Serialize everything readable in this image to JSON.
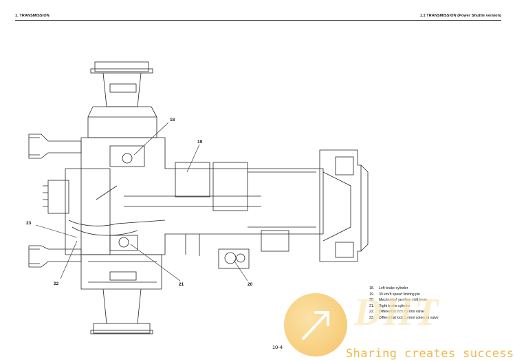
{
  "header": {
    "left": "1. TRANSMISSION",
    "right": "1.1 TRANSMISSION (Power Shuttle version)"
  },
  "callouts": [
    "18",
    "19",
    "20",
    "21",
    "22",
    "23"
  ],
  "legend": [
    {
      "num": "18.",
      "text": "Left brake cylinder"
    },
    {
      "num": "19.",
      "text": "30 km/h speed limiting pin"
    },
    {
      "num": "20.",
      "text": "Mechanical gearbox shift lever"
    },
    {
      "num": "21.",
      "text": "Right brake cylinder"
    },
    {
      "num": "22.",
      "text": "Differential lock control valve"
    },
    {
      "num": "23.",
      "text": "Differential lock control solenoid valve"
    }
  ],
  "page_number": "10-4",
  "watermark": {
    "logo": "DHT",
    "slogan": "Sharing creates success",
    "color": "#f2b035"
  }
}
